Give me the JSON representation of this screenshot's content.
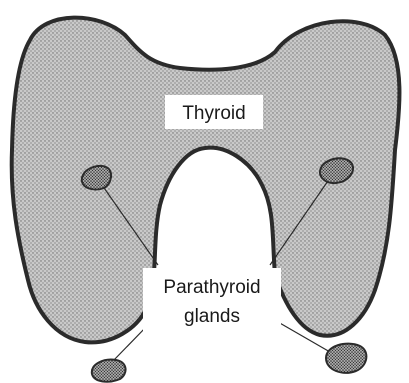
{
  "labels": {
    "thyroid": "Thyroid",
    "parathyroid_line1": "Parathyroid",
    "parathyroid_line2": "glands"
  },
  "colors": {
    "outline": "#2b2b2b",
    "fill": "#c9c9c9",
    "stipple_dot": "#6a6a6a",
    "gland_fill": "#a8a8a8",
    "gland_dot": "#2e2e2e",
    "label_bg": "#ffffff"
  }
}
